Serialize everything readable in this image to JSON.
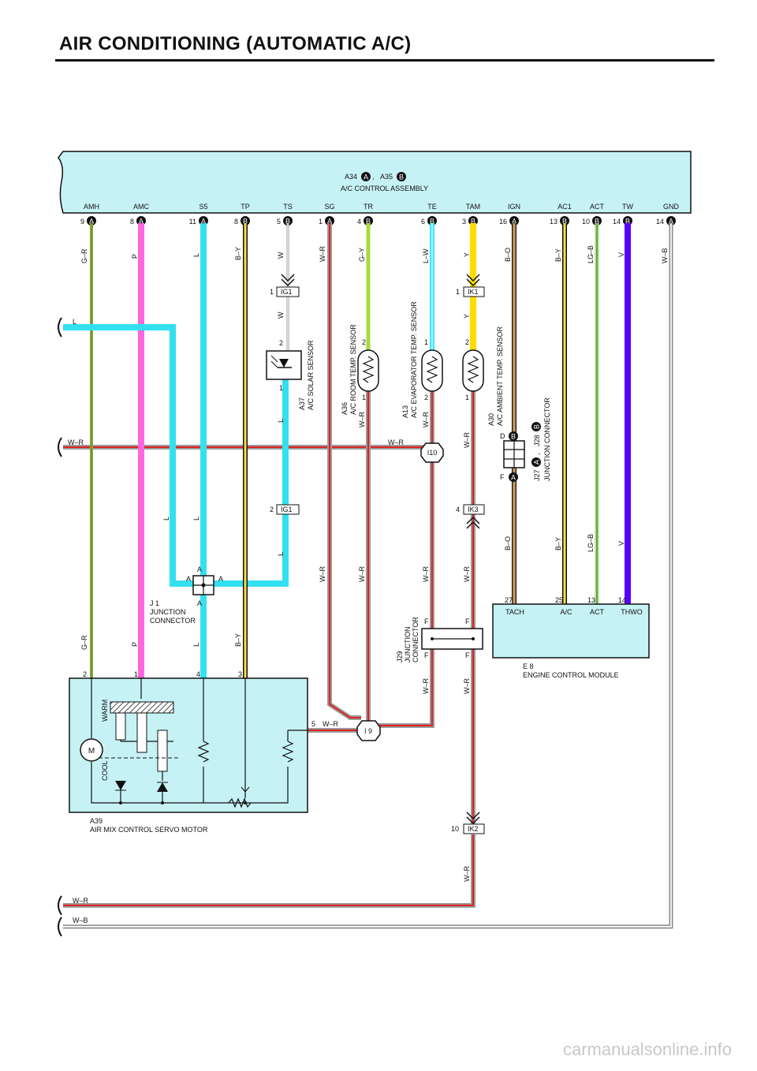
{
  "title": "AIR CONDITIONING (AUTOMATIC A/C)",
  "watermark": "carmanualsonline.info",
  "colors": {
    "panel": "#c6f2f5",
    "GR": "#63c238",
    "P": "#ff66e0",
    "L": "#33e0f0",
    "BY": "#ffe04a",
    "GY": "#a4dc3c",
    "LW": "#37e8ff",
    "Y": "#ffdc00",
    "BO": "#c89a5a",
    "LGB": "#9de47c",
    "V": "#5a00ff",
    "WR": "#e02020",
    "WB": "#b0b0b0",
    "W": "#999999"
  },
  "assembly": {
    "ref_a": "A34",
    "conn_a": "A",
    "sep": ",",
    "ref_b": "A35",
    "conn_b": "B",
    "name": "A/C CONTROL ASSEMBLY",
    "terminals": [
      {
        "name": "AMH",
        "pin": "9",
        "conn": "A",
        "wire": "G–R"
      },
      {
        "name": "AMC",
        "pin": "8",
        "conn": "A",
        "wire": "P"
      },
      {
        "name": "S5",
        "pin": "11",
        "conn": "A",
        "wire": "L"
      },
      {
        "name": "TP",
        "pin": "8",
        "conn": "B",
        "wire": "B–Y"
      },
      {
        "name": "TS",
        "pin": "5",
        "conn": "B",
        "wire": "W"
      },
      {
        "name": "SG",
        "pin": "1",
        "conn": "A",
        "wire": "W–R"
      },
      {
        "name": "TR",
        "pin": "4",
        "conn": "B",
        "wire": "G–Y"
      },
      {
        "name": "TE",
        "pin": "6",
        "conn": "B",
        "wire": "L–W"
      },
      {
        "name": "TAM",
        "pin": "3",
        "conn": "B",
        "wire": "Y"
      },
      {
        "name": "IGN",
        "pin": "16",
        "conn": "A",
        "wire": "B–O"
      },
      {
        "name": "AC1",
        "pin": "13",
        "conn": "B",
        "wire": "B–Y"
      },
      {
        "name": "ACT",
        "pin": "10",
        "conn": "B",
        "wire": "LG–B"
      },
      {
        "name": "TW",
        "pin": "14",
        "conn": "B",
        "wire": "V"
      },
      {
        "name": "GND",
        "pin": "14",
        "conn": "A",
        "wire": "W–B"
      }
    ]
  },
  "labels": {
    "L": "L",
    "WR": "W–R",
    "W": "W",
    "GR": "G–R",
    "P": "P",
    "BY": "B–Y",
    "GY": "G–Y",
    "LW": "L–W",
    "Y": "Y",
    "BO": "B–O",
    "LGB": "LG–B",
    "V": "V",
    "WB": "W–B",
    "A": "A",
    "B": "B",
    "D": "D",
    "F": "F",
    "M": "M",
    "p1": "1",
    "p2": "2",
    "p3": "3",
    "p4": "4",
    "p5": "5",
    "p10": "10",
    "p13": "13",
    "p14": "14",
    "p25": "25",
    "p27": "27"
  },
  "connectors": {
    "IG1": "IG1",
    "IK1": "IK1",
    "IK3": "IK3",
    "IK2": "IK2",
    "I10": "I10",
    "I9": "I 9"
  },
  "sensors": {
    "solar": {
      "ref": "A37",
      "name": "A/C SOLAR SENSOR"
    },
    "room": {
      "ref": "A36",
      "name": "A/C ROOM TEMP. SENSOR"
    },
    "evap": {
      "ref": "A13",
      "name": "A/C EVAPORATOR TEMP. SENSOR"
    },
    "ambient": {
      "ref": "A30",
      "name": "A/C AMBIENT TEMP. SENSOR"
    }
  },
  "junctions": {
    "j1": {
      "ref": "J 1",
      "l1": "JUNCTION",
      "l2": "CONNECTOR"
    },
    "j29": {
      "ref": "J29",
      "l1": "JUNCTION",
      "l2": "CONNECTOR"
    },
    "j27": {
      "ref_a": "J27",
      "conn_a": "A",
      "sep": ",",
      "ref_b": "J28",
      "conn_b": "B",
      "name": "JUNCTION CONNECTOR"
    }
  },
  "ecm": {
    "ref": "E 8",
    "name": "ENGINE CONTROL MODULE",
    "terminals": [
      {
        "pin": "27",
        "name": "TACH"
      },
      {
        "pin": "25",
        "name": "A/C"
      },
      {
        "pin": "13",
        "name": "ACT"
      },
      {
        "pin": "14",
        "name": "THWO"
      }
    ]
  },
  "servo": {
    "ref": "A39",
    "name": "AIR MIX CONTROL SERVO MOTOR",
    "warm": "WARM",
    "cool": "COOL"
  }
}
